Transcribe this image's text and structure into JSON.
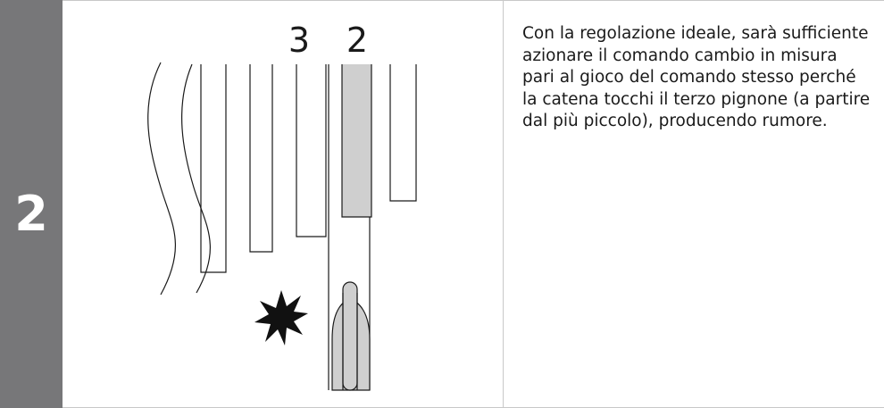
{
  "step": {
    "number": "2"
  },
  "illustration": {
    "sprocket_labels": [
      "3",
      "2"
    ],
    "icons": [
      "noise-burst-icon"
    ]
  },
  "instruction": {
    "text": "Con la regolazione ideale, sarà sufficiente azionare il comando cambio in misura pari al gioco del comando stesso perché la catena tocchi il terzo pignone (a partire dal più piccolo), producendo rumore."
  },
  "colors": {
    "step_bar": "#777779",
    "highlight_gray": "#cfcfcf",
    "line": "#1a1a1a",
    "divider": "#c8c8c8"
  }
}
